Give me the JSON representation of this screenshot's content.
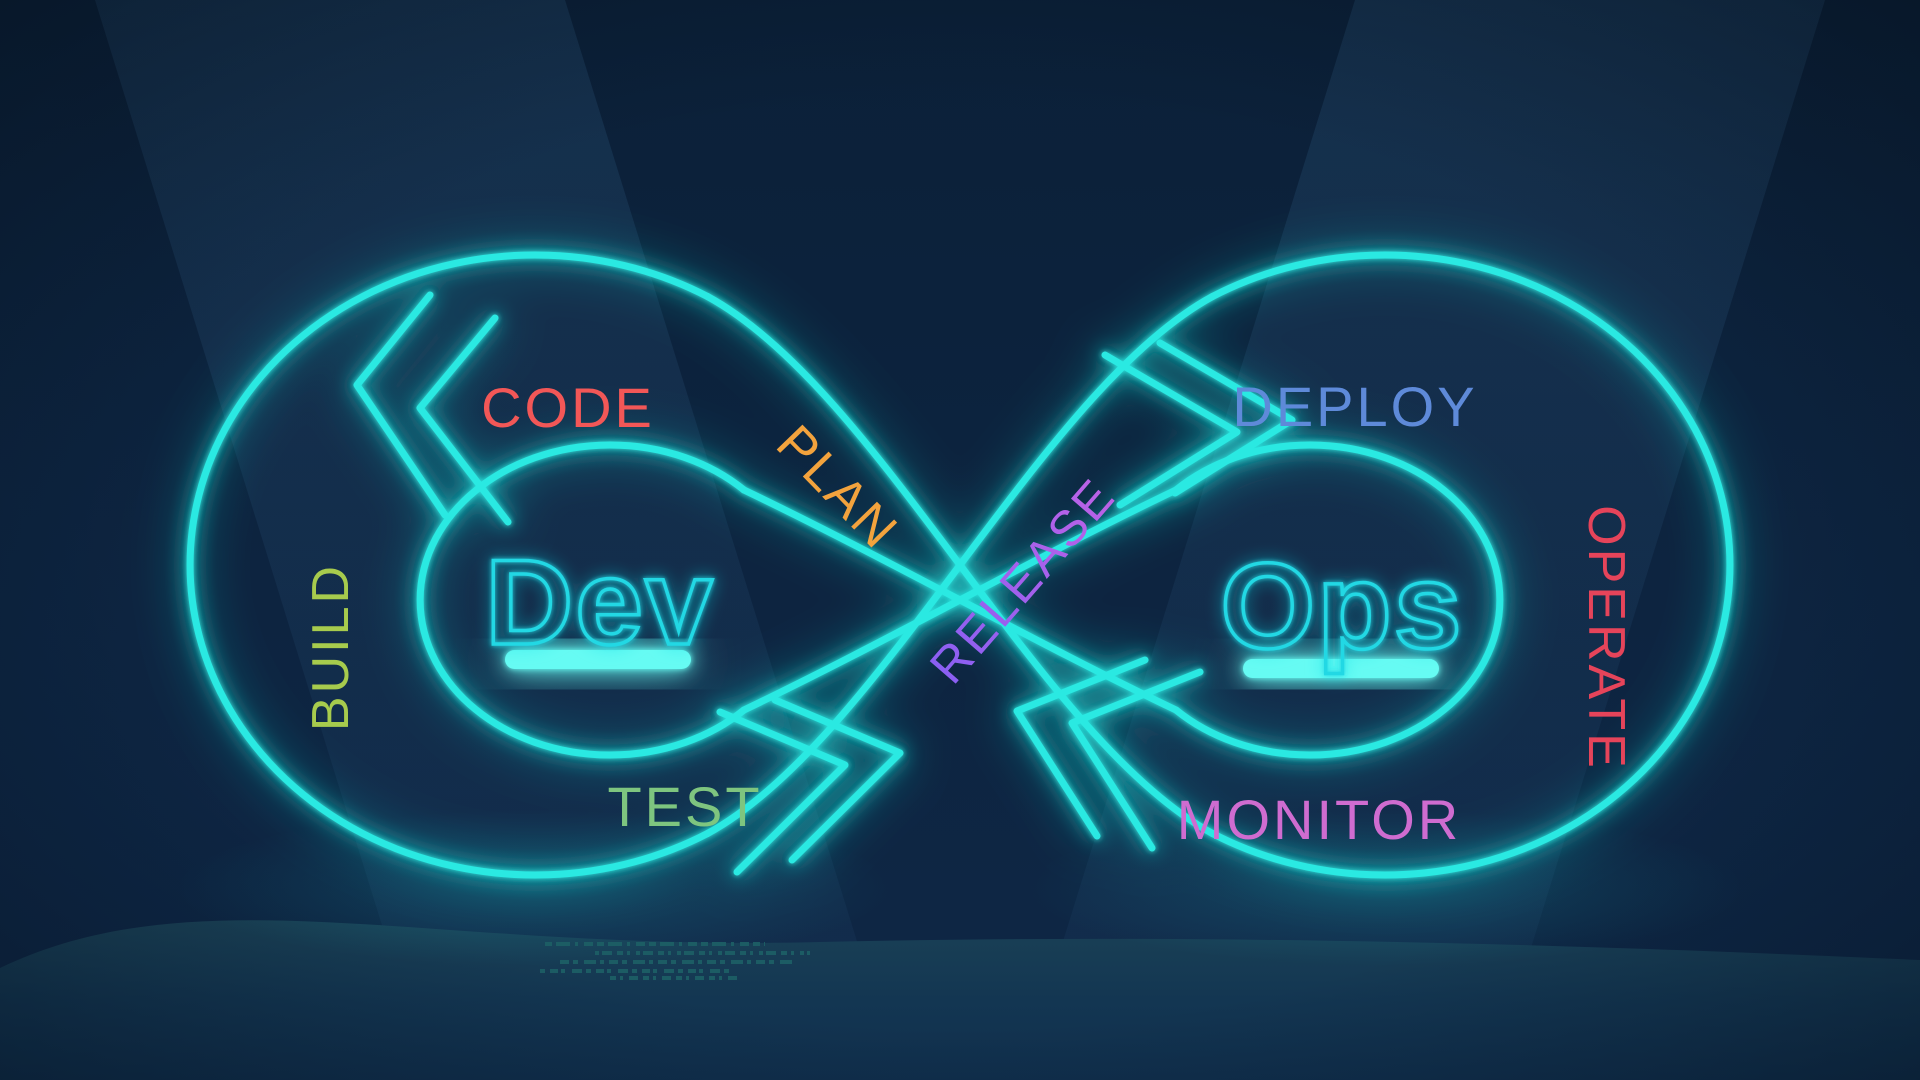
{
  "title": "DevOps infinity loop neon diagram",
  "background": {
    "base_color_top": "#0B2038",
    "base_color_bottom": "#0E2746",
    "floor_color": "#1A4156",
    "beam_color": "#5AA0D7"
  },
  "neon": {
    "loop_color": "#2BE9E2",
    "underline_color": "#66FBF3",
    "name_outline_color": "#21D8E4"
  },
  "dev": {
    "label": "Dev"
  },
  "ops": {
    "label": "Ops"
  },
  "stages": [
    {
      "id": "code",
      "label": "CODE",
      "color": "#F25757"
    },
    {
      "id": "plan",
      "label": "PLAN",
      "color": "#F3A33D"
    },
    {
      "id": "build",
      "label": "BUILD",
      "color": "#A7CB4D"
    },
    {
      "id": "test",
      "label": "TEST",
      "color": "#7EC57F"
    },
    {
      "id": "release",
      "label": "RELEASE",
      "color": "#9C6CF0",
      "gradient_start": "#8A5FF2",
      "gradient_end": "#BC62E6"
    },
    {
      "id": "deploy",
      "label": "DEPLOY",
      "color": "#5E8AD9"
    },
    {
      "id": "monitor",
      "label": "MONITOR",
      "color": "#CF6CD0"
    },
    {
      "id": "operate",
      "label": "OPERATE",
      "color": "#E6445A"
    }
  ]
}
